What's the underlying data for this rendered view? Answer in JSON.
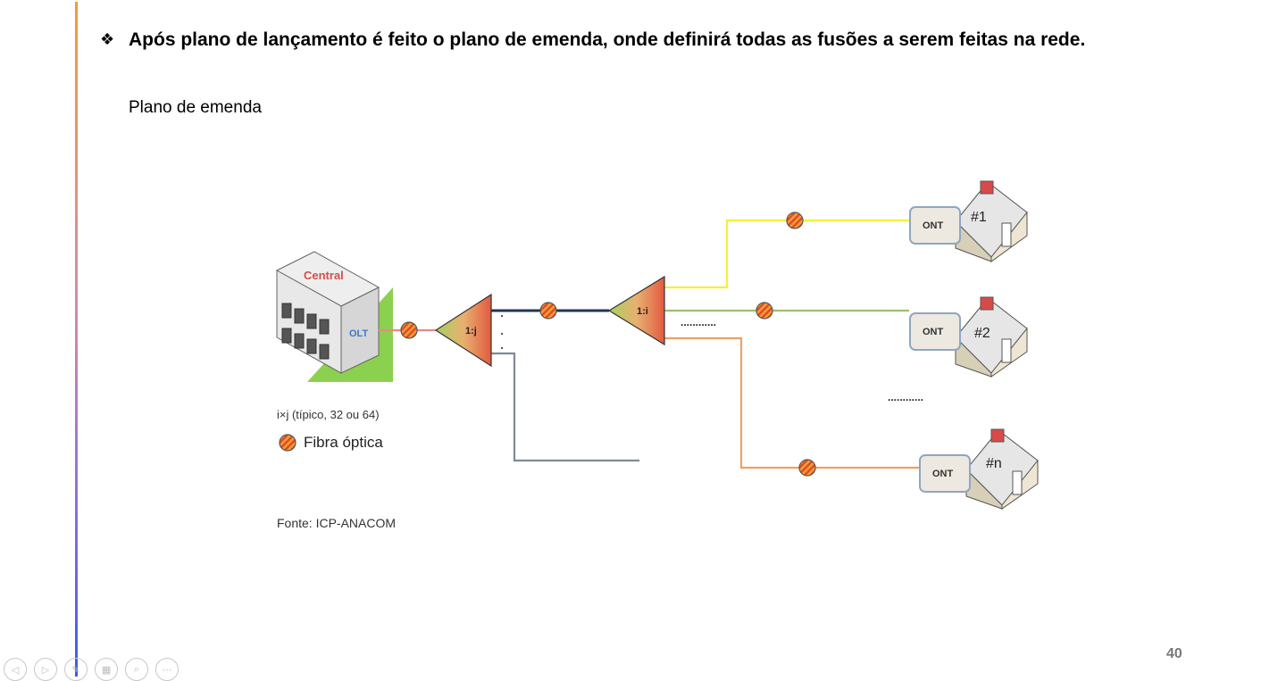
{
  "slide": {
    "bullet": "Após plano de lançamento é feito o plano de emenda, onde definirá todas as fusões a serem feitas na rede.",
    "subtitle": "Plano de emenda",
    "page_number": "40"
  },
  "diagram": {
    "central_label": "Central",
    "olt_label": "OLT",
    "splitter1_label": "1:j",
    "splitter2_label": "1:i",
    "ont_label": "ONT",
    "houses": [
      "#1",
      "#2",
      "#n"
    ],
    "note": "i×j (típico, 32 ou 64)",
    "legend_label": "Fibra óptica",
    "source": "Fonte: ICP-ANACOM",
    "ellipsis": "............"
  },
  "colors": {
    "accent_top": "#f39a3a",
    "accent_bottom": "#3b5bf0",
    "fiber_yellow": "#f5ef3a",
    "fiber_green": "#9cbf6a",
    "fiber_orange": "#f0a060",
    "fiber_dark": "#1f3550",
    "fiber_gray": "#7f8a98"
  },
  "nav_icons": [
    "prev-icon",
    "next-icon",
    "pen-icon",
    "slides-icon",
    "zoom-icon",
    "more-icon"
  ]
}
